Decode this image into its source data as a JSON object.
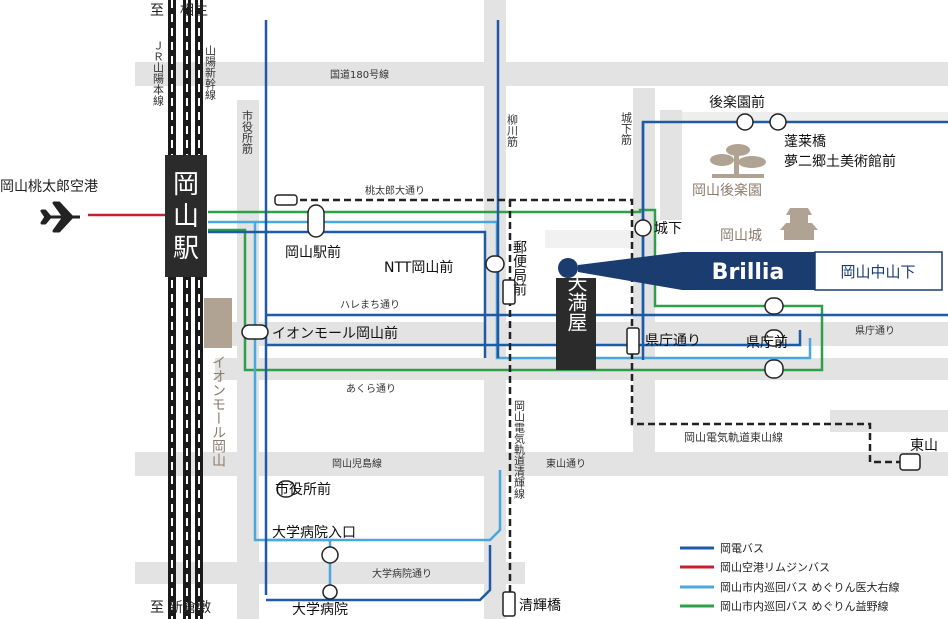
{
  "colors": {
    "okaden_bus": "#1f5aa6",
    "airport_limousine": "#c8202a",
    "meguri_idaiu": "#4aa8dc",
    "meguri_ekiya": "#2ea04a",
    "tram_dash": "#222222",
    "road_gray": "#e3e3e3",
    "station_box": "#2b2b2b",
    "brillia_navy": "#1a3c6e",
    "aeon_tan": "#b1a394"
  },
  "top_direction": {
    "prefix": "至",
    "name": "相生"
  },
  "bottom_direction": {
    "prefix": "至",
    "name": "新倉敷"
  },
  "jr_line_label": "ＪＲ山陽本線",
  "shinkansen_label": "山陽新幹線",
  "station": {
    "name_1": "岡",
    "name_2": "山",
    "name_3": "駅"
  },
  "airport": "岡山桃太郎空港",
  "aeon_mall_vertical": "イオンモール岡山",
  "roads": {
    "r180": "国道180号線",
    "momotaro": "桃太郎大通り",
    "hare": "ハレまち通り",
    "akura": "あくら通り",
    "kojima": "岡山児島線",
    "higashiyama_st": "東山通り",
    "daigaku": "大学病院通り",
    "kencho_st": "県庁通り",
    "shiyakusho_suji": "市役所筋",
    "yanagawa_suji": "柳川筋",
    "shiroshita_suji": "城下筋"
  },
  "stops": {
    "okayama_ekimae": "岡山駅前",
    "ntt": "NTT岡山前",
    "aeon_mae": "イオンモール岡山前",
    "shiyakusho": "市役所前",
    "daigaku_iriguchi": "大学病院入口",
    "daigaku": "大学病院",
    "seikibashi": "清輝橋",
    "kenchodori": "県庁通り",
    "kenchomae": "県庁前",
    "shiroshita": "城下",
    "korakuenmae": "後楽園前",
    "horaibashi_1": "蓬莱橋",
    "horaibashi_2": "夢二郷土美術館前",
    "higashiyama": "東山",
    "yubinkyoku": "郵便局前"
  },
  "landmarks": {
    "korakuen": "岡山後楽園",
    "castle": "岡山城",
    "tenmaya": "天満屋"
  },
  "tram_lines": {
    "seiki": "岡山電気軌道清輝線",
    "higashiyama": "岡山電気軌道東山線"
  },
  "brillia": {
    "brand": "Brillia",
    "site": "岡山中山下"
  },
  "legend": [
    {
      "label": "岡電バス",
      "color": "#1f5aa6"
    },
    {
      "label": "岡山空港リムジンバス",
      "color": "#c8202a"
    },
    {
      "label": "岡山市内巡回バス めぐりん医大右線",
      "color": "#4aa8dc"
    },
    {
      "label": "岡山市内巡回バス めぐりん益野線",
      "color": "#2ea04a"
    }
  ]
}
